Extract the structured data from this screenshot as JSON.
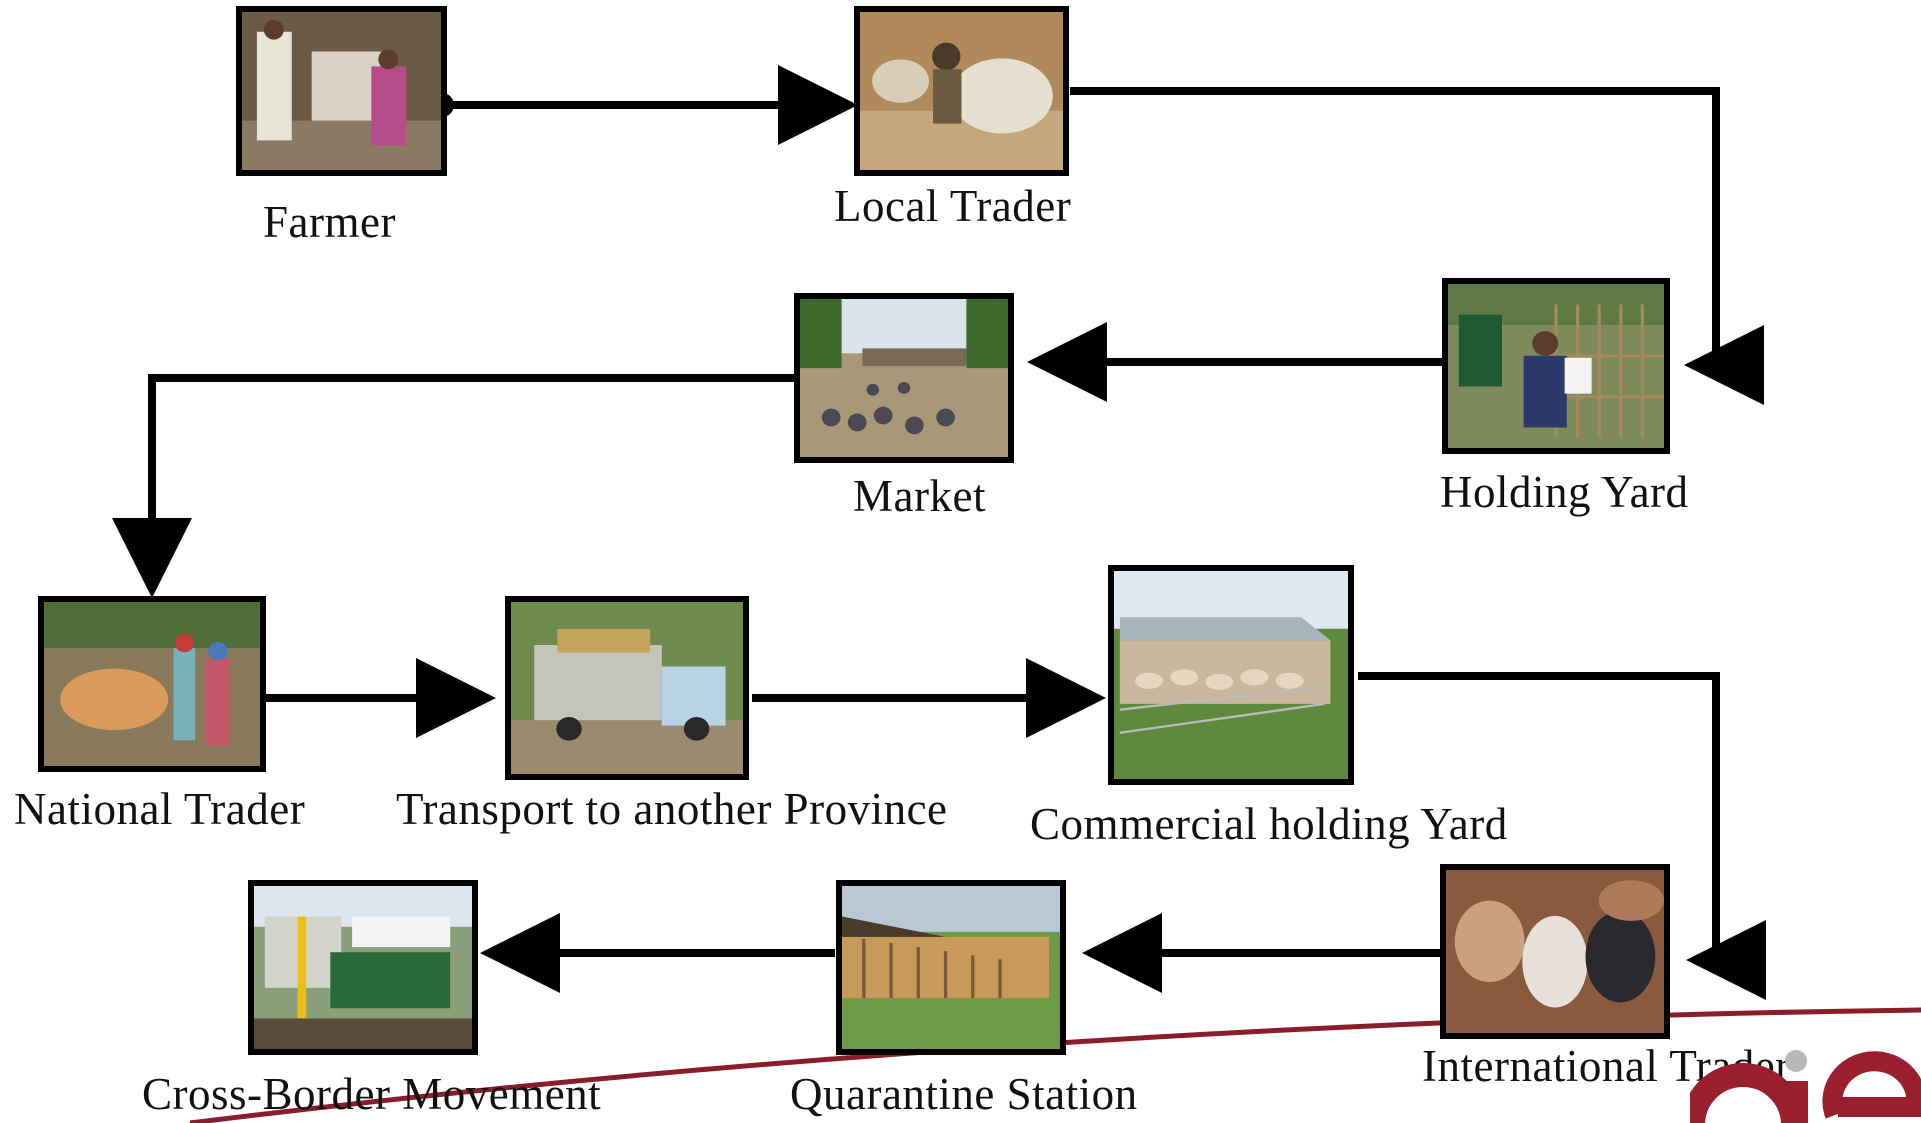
{
  "nodes": {
    "farmer": {
      "label": "Farmer",
      "picture": "photo-farmers-with-cattle"
    },
    "local_trader": {
      "label": "Local Trader",
      "picture": "photo-trader-with-cattle"
    },
    "holding_yard": {
      "label": "Holding Yard",
      "picture": "photo-man-at-holding-yard"
    },
    "market": {
      "label": "Market",
      "picture": "photo-cattle-market"
    },
    "national_trader": {
      "label": "National Trader",
      "picture": "photo-people-with-cow"
    },
    "transport": {
      "label": "Transport to another Province",
      "picture": "photo-truck-with-cattle"
    },
    "commercial_yard": {
      "label": "Commercial holding Yard",
      "picture": "photo-cattle-pens"
    },
    "international_trader": {
      "label": "International Trader",
      "picture": "photo-cattle-close-up"
    },
    "quarantine": {
      "label": "Quarantine Station",
      "picture": "photo-quarantine-sheds"
    },
    "cross_border": {
      "label": "Cross-Border Movement",
      "picture": "photo-border-checkpoint"
    }
  },
  "flow_order": [
    "farmer",
    "local_trader",
    "holding_yard",
    "market",
    "national_trader",
    "transport",
    "commercial_yard",
    "international_trader",
    "quarantine",
    "cross_border"
  ],
  "colors": {
    "arrow": "#000000",
    "accent_curve": "#8a1c2b",
    "logo": "#9a1f2e"
  },
  "logo_text": "OIE"
}
